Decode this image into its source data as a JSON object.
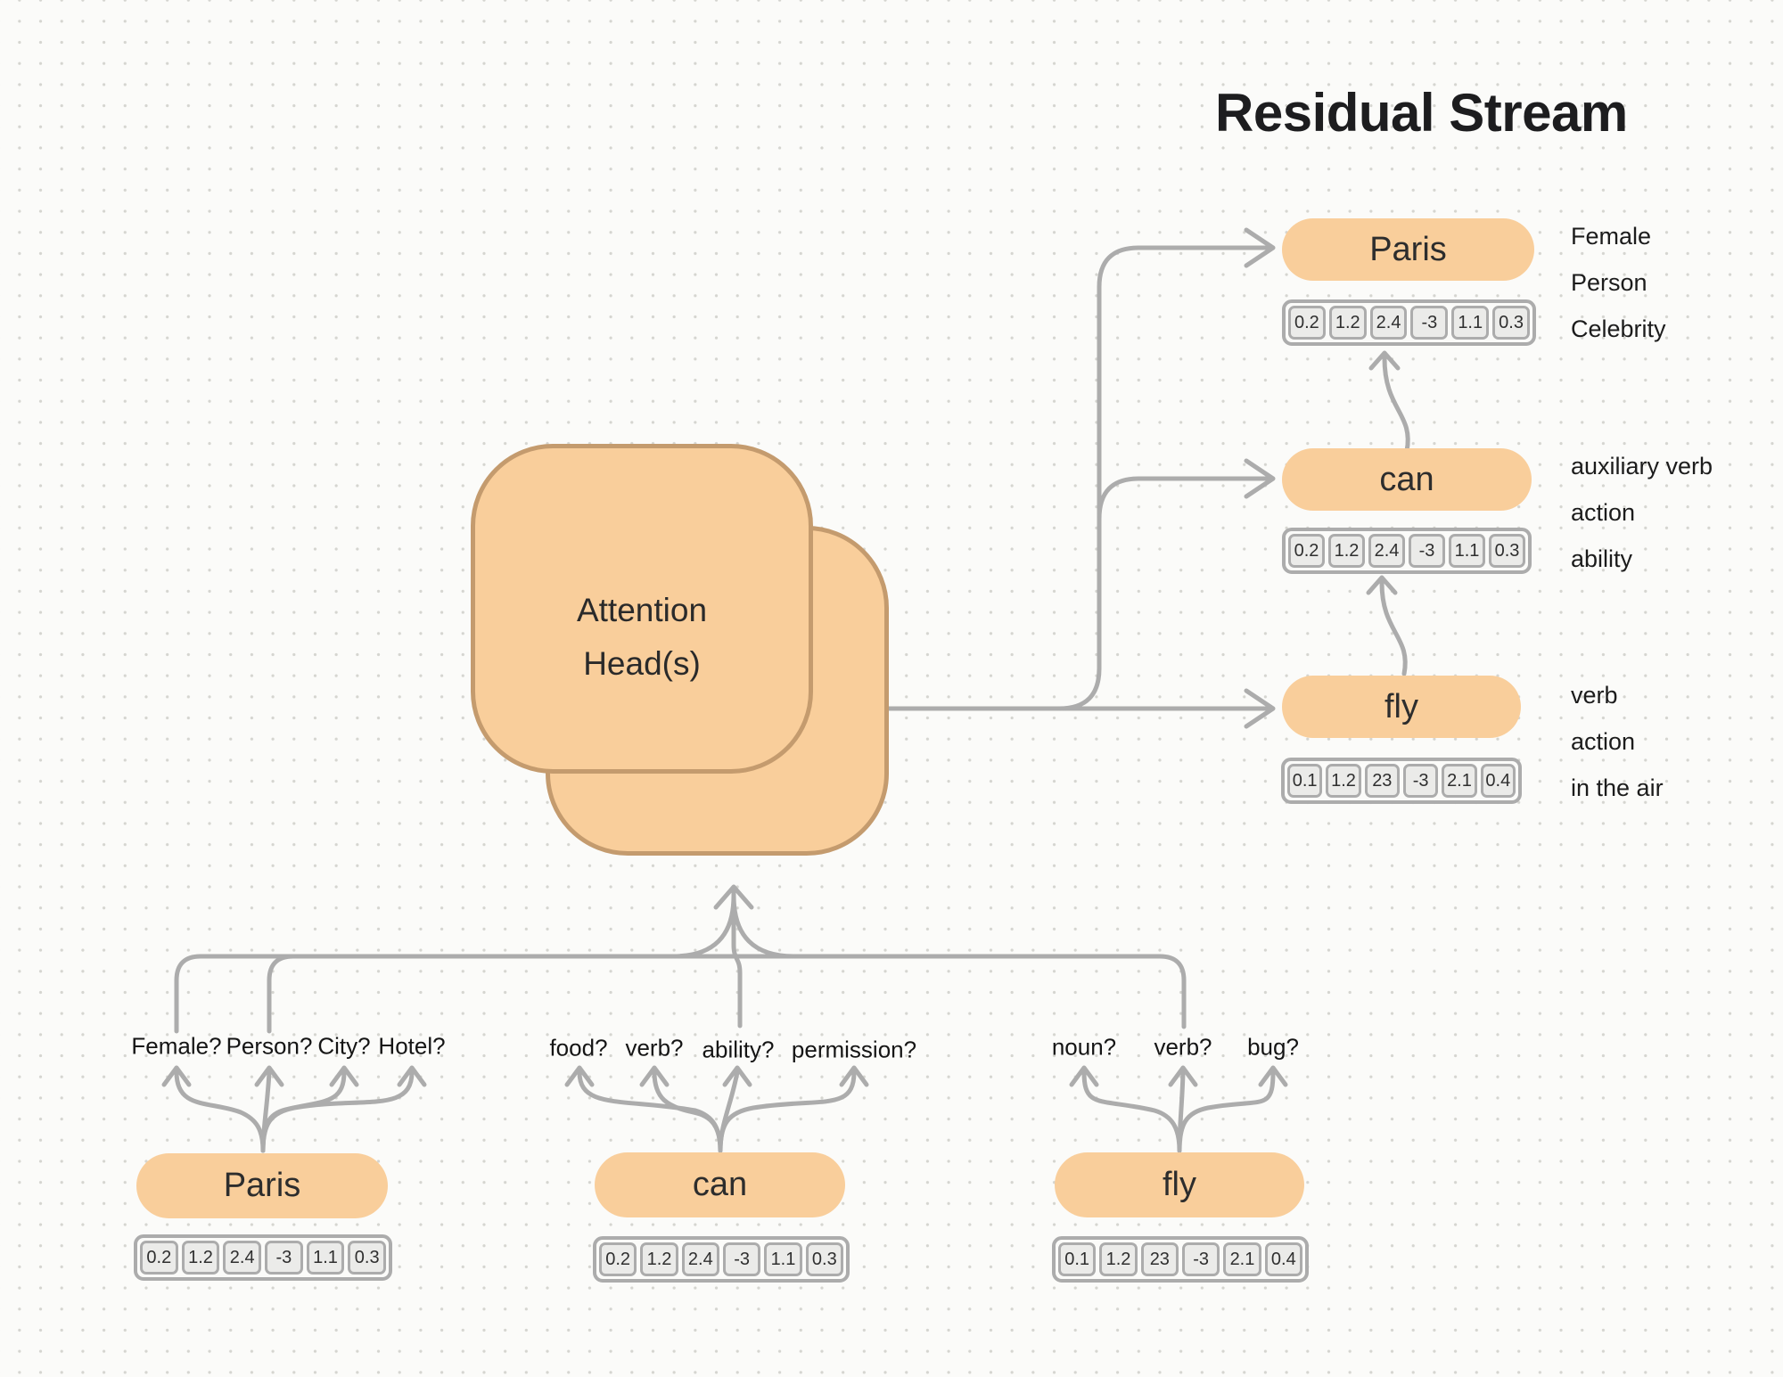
{
  "title": "Residual Stream",
  "attention_block": {
    "label": "Attention Head(s)"
  },
  "colors": {
    "token_fill": "#F9CE9B",
    "attention_border": "#C49B6E",
    "wire_gray": "#ACACAC",
    "vector_cell_fill": "#EBEBE9",
    "background": "#FBFBF9"
  },
  "residual_stream": {
    "tokens": [
      {
        "word": "Paris",
        "vector": [
          "0.2",
          "1.2",
          "2.4",
          "-3",
          "1.1",
          "0.3"
        ],
        "features": [
          "Female",
          "Person",
          "Celebrity"
        ]
      },
      {
        "word": "can",
        "vector": [
          "0.2",
          "1.2",
          "2.4",
          "-3",
          "1.1",
          "0.3"
        ],
        "features": [
          "auxiliary verb",
          "action",
          "ability"
        ]
      },
      {
        "word": "fly",
        "vector": [
          "0.1",
          "1.2",
          "23",
          "-3",
          "2.1",
          "0.4"
        ],
        "features": [
          "verb",
          "action",
          "in the air"
        ]
      }
    ]
  },
  "inputs": {
    "tokens": [
      {
        "word": "Paris",
        "vector": [
          "0.2",
          "1.2",
          "2.4",
          "-3",
          "1.1",
          "0.3"
        ],
        "questions": [
          "Female?",
          "Person?",
          "City?",
          "Hotel?"
        ]
      },
      {
        "word": "can",
        "vector": [
          "0.2",
          "1.2",
          "2.4",
          "-3",
          "1.1",
          "0.3"
        ],
        "questions": [
          "food?",
          "verb?",
          "ability?",
          "permission?"
        ]
      },
      {
        "word": "fly",
        "vector": [
          "0.1",
          "1.2",
          "23",
          "-3",
          "2.1",
          "0.4"
        ],
        "questions": [
          "noun?",
          "verb?",
          "bug?"
        ]
      }
    ]
  }
}
